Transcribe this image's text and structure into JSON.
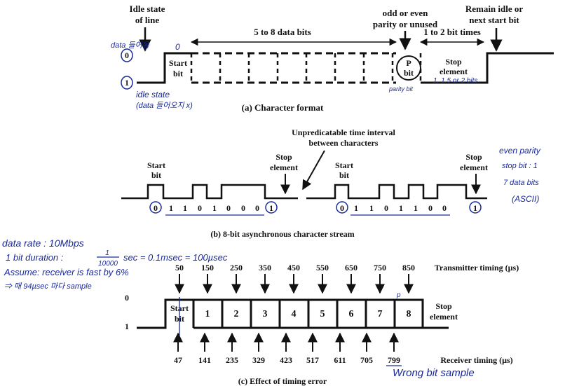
{
  "part_a": {
    "idle_state_label_1": "Idle state",
    "idle_state_label_2": "of line",
    "data_bits_label": "5 to 8 data bits",
    "parity_label_1": "odd or even",
    "parity_label_2": "parity or unused",
    "remain_idle_1": "Remain idle or",
    "remain_idle_2": "next start bit",
    "stop_bits_range": "1 to 2 bit times",
    "level_0": "0",
    "level_1": "1",
    "start_bit_1": "Start",
    "start_bit_2": "bit",
    "parity_bit_1": "P",
    "parity_bit_2": "bit",
    "stop_element_1": "Stop",
    "stop_element_2": "element",
    "caption": "(a) Character format",
    "note_data_start": "data 들어옴",
    "note_start_zero": "0",
    "note_idle_1": "idle state",
    "note_idle_2": "(data 들어오지 x)",
    "note_parity_bit": "parity bit",
    "note_stop_len": "1, 1.5 or 2 bits"
  },
  "part_b": {
    "unpredictable_1": "Unpredicatable time interval",
    "unpredictable_2": "between characters",
    "start_bit_1": "Start",
    "start_bit_2": "bit",
    "stop_element_1": "Stop",
    "stop_element_2": "element",
    "bits_char1": [
      "0",
      "1",
      "1",
      "0",
      "1",
      "0",
      "0",
      "0",
      "1"
    ],
    "bits_char2": [
      "0",
      "1",
      "1",
      "0",
      "1",
      "1",
      "0",
      "0",
      "1"
    ],
    "caption": "(b) 8-bit asynchronous character stream",
    "note_even_parity": "even parity",
    "note_stop_bit": "stop bit : 1",
    "note_data_bits": "7 data bits",
    "note_ascii": "(ASCII)"
  },
  "part_c": {
    "transmitter_label": "Transmitter timing (µs)",
    "receiver_label": "Receiver timing (µs)",
    "transmitter_times": [
      "50",
      "150",
      "250",
      "350",
      "450",
      "550",
      "650",
      "750",
      "850"
    ],
    "receiver_times": [
      "47",
      "141",
      "235",
      "329",
      "423",
      "517",
      "611",
      "705",
      "799"
    ],
    "level_0": "0",
    "level_1": "1",
    "start_bit_1": "Start",
    "start_bit_2": "bit",
    "bit_numbers": [
      "1",
      "2",
      "3",
      "4",
      "5",
      "6",
      "7",
      "8"
    ],
    "stop_element_1": "Stop",
    "stop_element_2": "element",
    "caption": "(c) Effect of timing error",
    "note_rate": "data rate : 10Mbps",
    "note_duration_1": "1 bit duration :",
    "note_duration_num": "1",
    "note_duration_den": "10000",
    "note_duration_2": "sec = 0.1msec = 100µsec",
    "note_assume": "Assume: receiver is fast by 6%",
    "note_sample": "⇒ 매 94µsec 마다 sample",
    "note_wrong": "Wrong bit sample",
    "note_p": "p"
  }
}
